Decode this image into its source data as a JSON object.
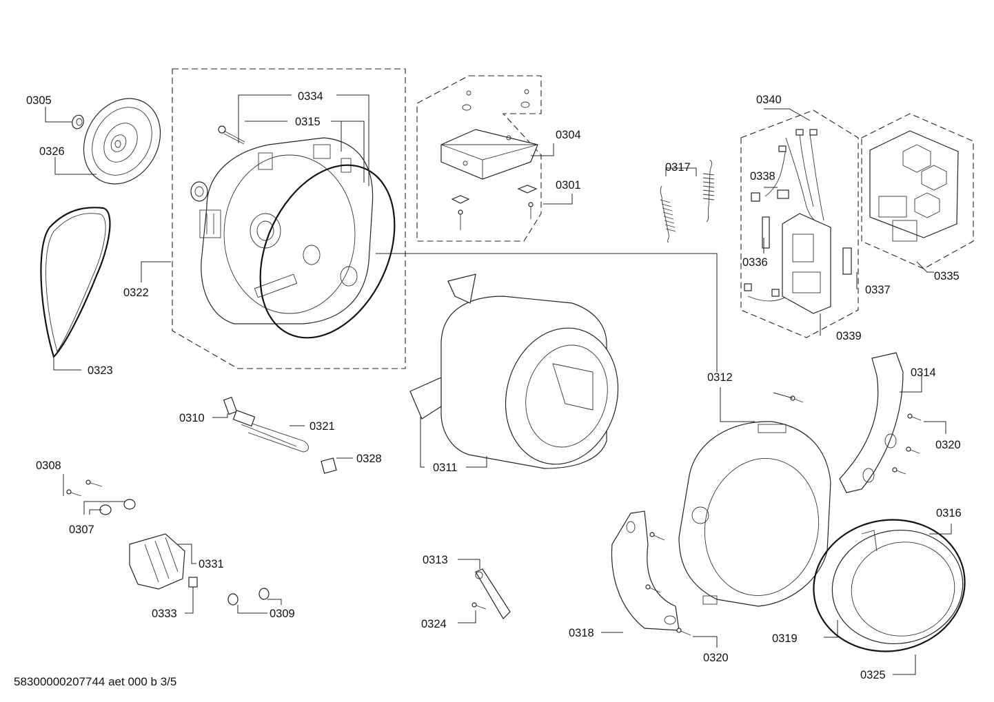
{
  "document_id": "58300000207744 aet 000 b 3/5",
  "callouts": {
    "c0301": "0301",
    "c0304": "0304",
    "c0305": "0305",
    "c0307": "0307",
    "c0308": "0308",
    "c0309": "0309",
    "c0310": "0310",
    "c0311": "0311",
    "c0312": "0312",
    "c0313": "0313",
    "c0314": "0314",
    "c0315": "0315",
    "c0316": "0316",
    "c0317": "0317",
    "c0318": "0318",
    "c0319": "0319",
    "c0320a": "0320",
    "c0320b": "0320",
    "c0321": "0321",
    "c0322": "0322",
    "c0323": "0323",
    "c0324": "0324",
    "c0325": "0325",
    "c0326": "0326",
    "c0328": "0328",
    "c0331": "0331",
    "c0333": "0333",
    "c0334": "0334",
    "c0335": "0335",
    "c0336": "0336",
    "c0337": "0337",
    "c0338": "0338",
    "c0339": "0339",
    "c0340": "0340"
  }
}
